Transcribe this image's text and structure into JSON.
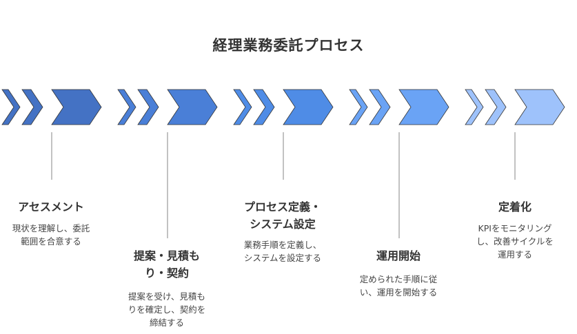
{
  "title": "経理業務委託プロセス",
  "stages": [
    {
      "title": "アセスメント",
      "description": "現状を理解し、委託\n範囲を合意する",
      "color": "#4472c4"
    },
    {
      "title": "提案・見積も\nり・契約",
      "description": "提案を受け、見積も\nりを確定し、契約を\n締結する",
      "color": "#4a7fd7"
    },
    {
      "title": "プロセス定義・\nシステム設定",
      "description": "業務手順を定義し、\nシステムを設定する",
      "color": "#4f8ce6"
    },
    {
      "title": "運用開始",
      "description": "定められた手順に従\nい、運用を開始する",
      "color": "#6aa3f5"
    },
    {
      "title": "定着化",
      "description": "KPIをモニタリング\nし、改善サイクルを\n運用する",
      "color": "#9ec2fb"
    }
  ],
  "colors": {
    "stroke": "#333333",
    "connector": "#999999"
  }
}
